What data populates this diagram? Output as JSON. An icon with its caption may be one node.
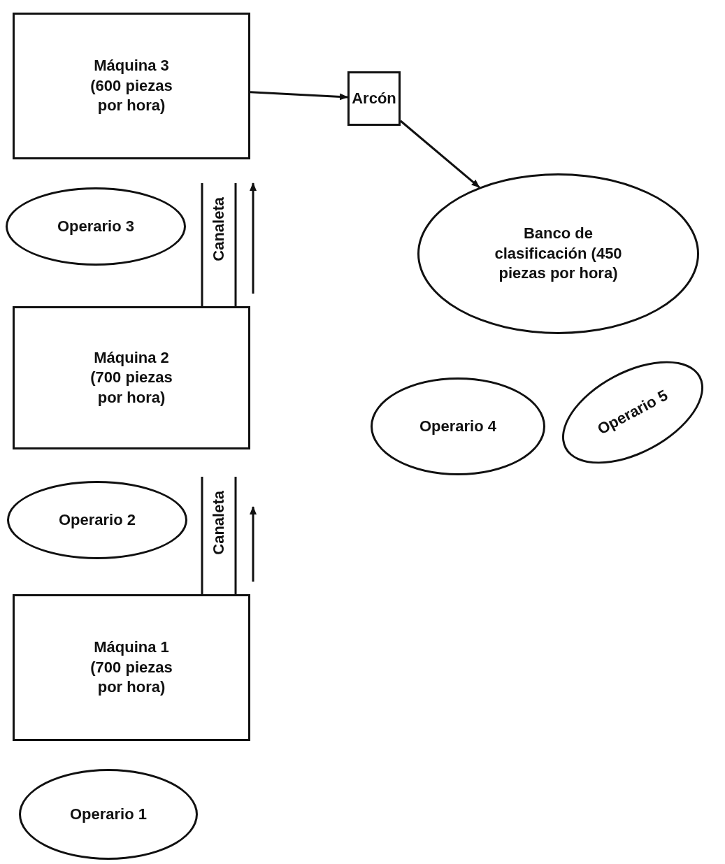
{
  "diagram": {
    "nodes": [
      {
        "text": [
          "Máquina 3 (600 piezas por hora)"
        ]
      },
      {
        "text": [
          "Arcón"
        ]
      },
      {
        "text": [
          "Operario 3"
        ]
      },
      {
        "text": [
          "Canaleta"
        ]
      },
      {
        "text": [
          "Banco de clasificación (450 piezas por hora)"
        ]
      },
      {
        "text": [
          "Máquina 2 (700 piezas por hora)"
        ]
      },
      {
        "text": [
          "Operario 5"
        ]
      },
      {
        "text": [
          "Operario 4"
        ]
      },
      {
        "text": [
          "Operario 2"
        ]
      },
      {
        "text": [
          "Canaleta"
        ]
      },
      {
        "text": [
          "Máquina 1 (700 piezas por hora)"
        ]
      },
      {
        "text": [
          "Operario 1"
        ]
      }
    ],
    "edges": [
      {
        "from": 0,
        "to": 1,
        "arrow": "to"
      },
      {
        "from": 1,
        "to": 4,
        "arrow": "to"
      }
    ]
  }
}
